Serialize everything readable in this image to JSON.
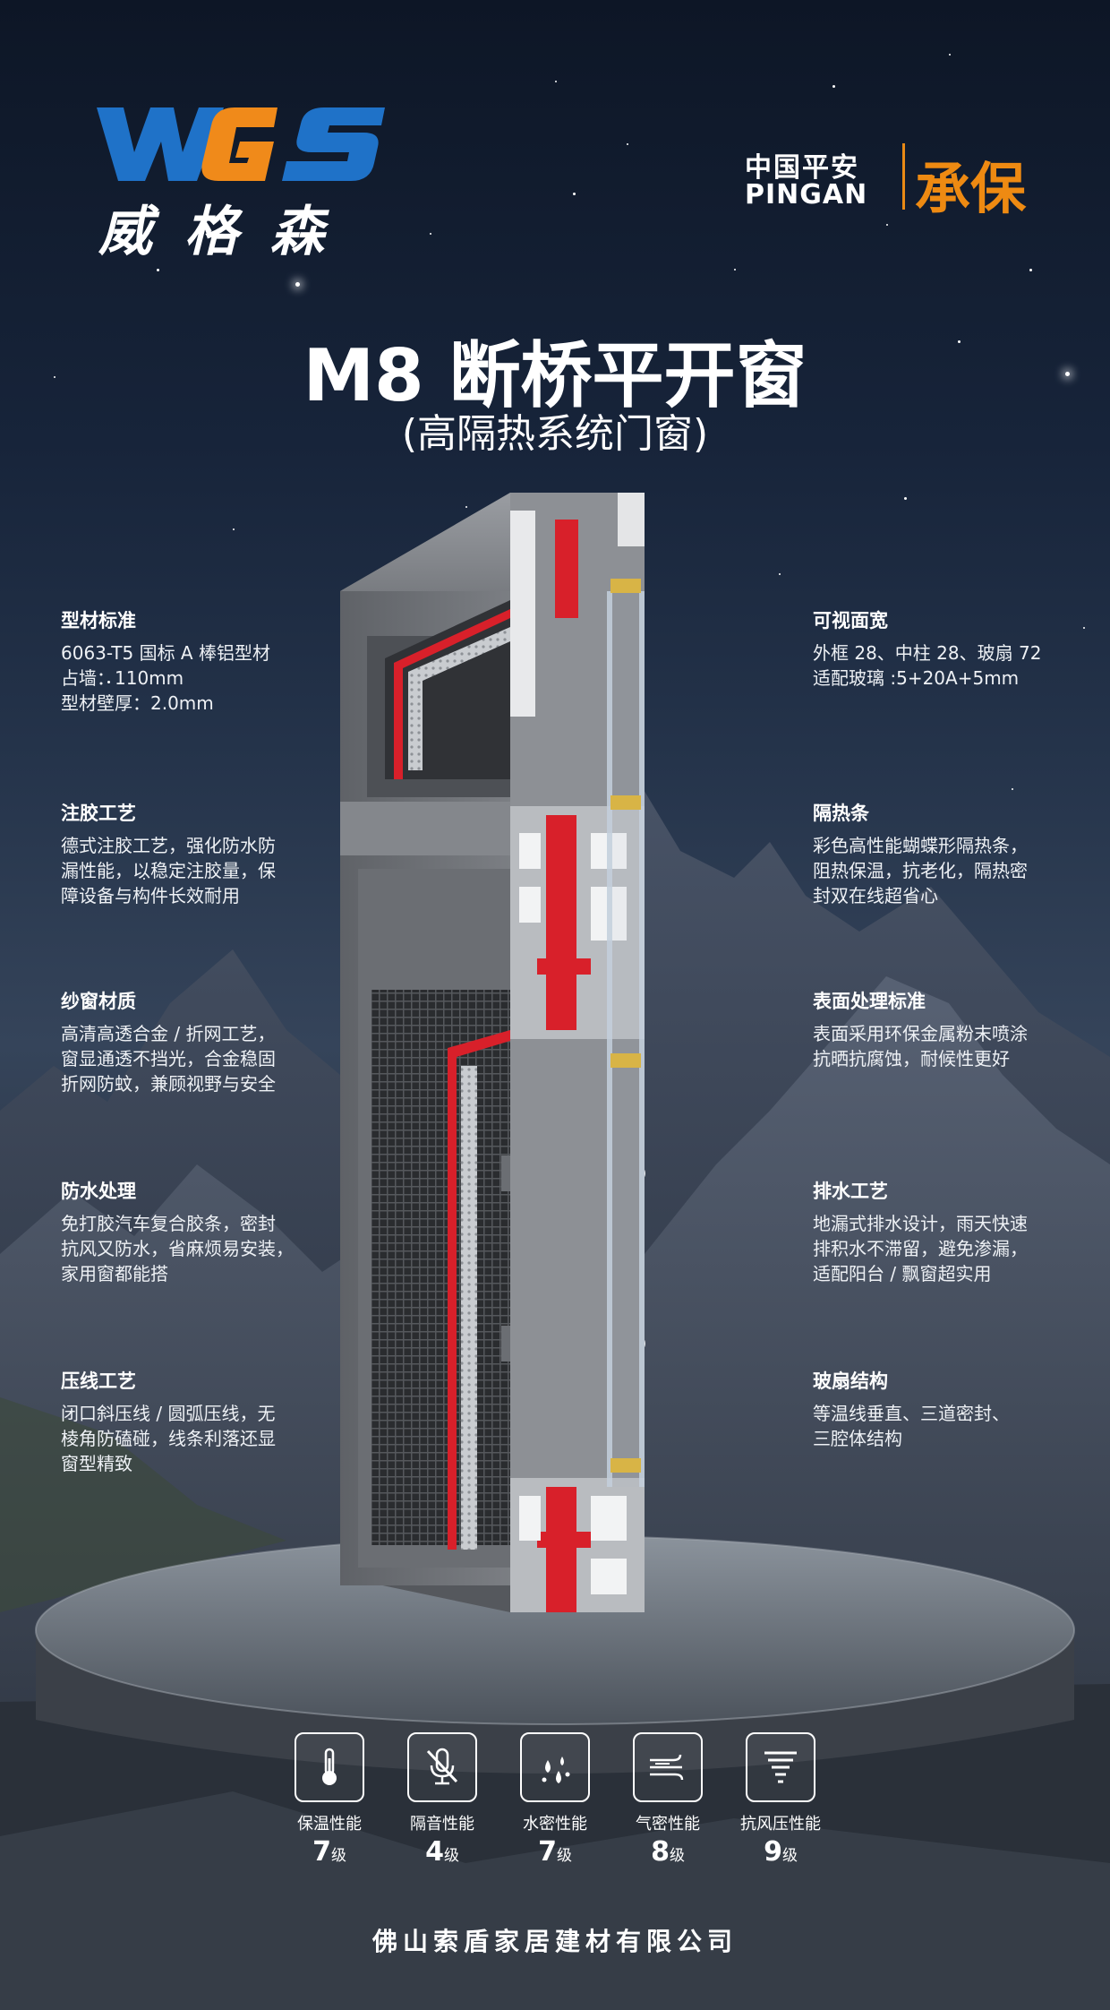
{
  "brand": {
    "logo_letters": "WGS",
    "logo_name_cn": "威格森",
    "colors": {
      "blue": "#1f72c8",
      "orange": "#f08a1a"
    }
  },
  "partner": {
    "name_cn": "中国平安",
    "name_en": "PINGAN",
    "tag": "承保",
    "colors": {
      "accent": "#ee8a12"
    }
  },
  "title": "M8 断桥平开窗",
  "subtitle": "(高隔热系统门窗)",
  "features_left": [
    {
      "heading": "型材标准",
      "lines": [
        "6063-T5 国标 A 棒铝型材",
        "占墙：110mm",
        "型材壁厚：2.0mm"
      ]
    },
    {
      "heading": "注胶工艺",
      "lines": [
        "德式注胶工艺，强化防水防",
        "漏性能，以稳定注胶量，保",
        "障设备与构件长效耐用"
      ]
    },
    {
      "heading": "纱窗材质",
      "lines": [
        "高清高透合金 / 折网工艺，",
        "窗显通透不挡光，合金稳固",
        "折网防蚊，兼顾视野与安全"
      ]
    },
    {
      "heading": "防水处理",
      "lines": [
        "免打胶汽车复合胶条，密封",
        "抗风又防水，省麻烦易安装，",
        "家用窗都能搭"
      ]
    },
    {
      "heading": "压线工艺",
      "lines": [
        "闭口斜压线 / 圆弧压线，无",
        "棱角防磕碰，线条利落还显",
        "窗型精致"
      ]
    }
  ],
  "features_right": [
    {
      "heading": "可视面宽",
      "lines": [
        "外框 28、中柱 28、玻扇 72",
        "适配玻璃 :5+20A+5mm"
      ]
    },
    {
      "heading": "隔热条",
      "lines": [
        "彩色高性能蝴蝶形隔热条，",
        "阻热保温，抗老化，隔热密",
        "封双在线超省心"
      ]
    },
    {
      "heading": "表面处理标准",
      "lines": [
        "表面采用环保金属粉末喷涂",
        "抗晒抗腐蚀，耐候性更好"
      ]
    },
    {
      "heading": "排水工艺",
      "lines": [
        "地漏式排水设计，雨天快速",
        "排积水不滞留，避免渗漏，",
        "适配阳台 / 飘窗超实用"
      ]
    },
    {
      "heading": "玻扇结构",
      "lines": [
        "等温线垂直、三道密封、",
        "三腔体结构"
      ]
    }
  ],
  "ratings": [
    {
      "icon": "thermometer-icon",
      "label": "保温性能",
      "level": "7",
      "unit": "级"
    },
    {
      "icon": "mute-microphone-icon",
      "label": "隔音性能",
      "level": "4",
      "unit": "级"
    },
    {
      "icon": "water-drops-icon",
      "label": "水密性能",
      "level": "7",
      "unit": "级"
    },
    {
      "icon": "wind-icon",
      "label": "气密性能",
      "level": "8",
      "unit": "级"
    },
    {
      "icon": "tornado-icon",
      "label": "抗风压性能",
      "level": "9",
      "unit": "级"
    }
  ],
  "company": "佛山索盾家居建材有限公司",
  "colors": {
    "thermal_break_red": "#d8202a",
    "frame_grey": "#6e7176"
  }
}
